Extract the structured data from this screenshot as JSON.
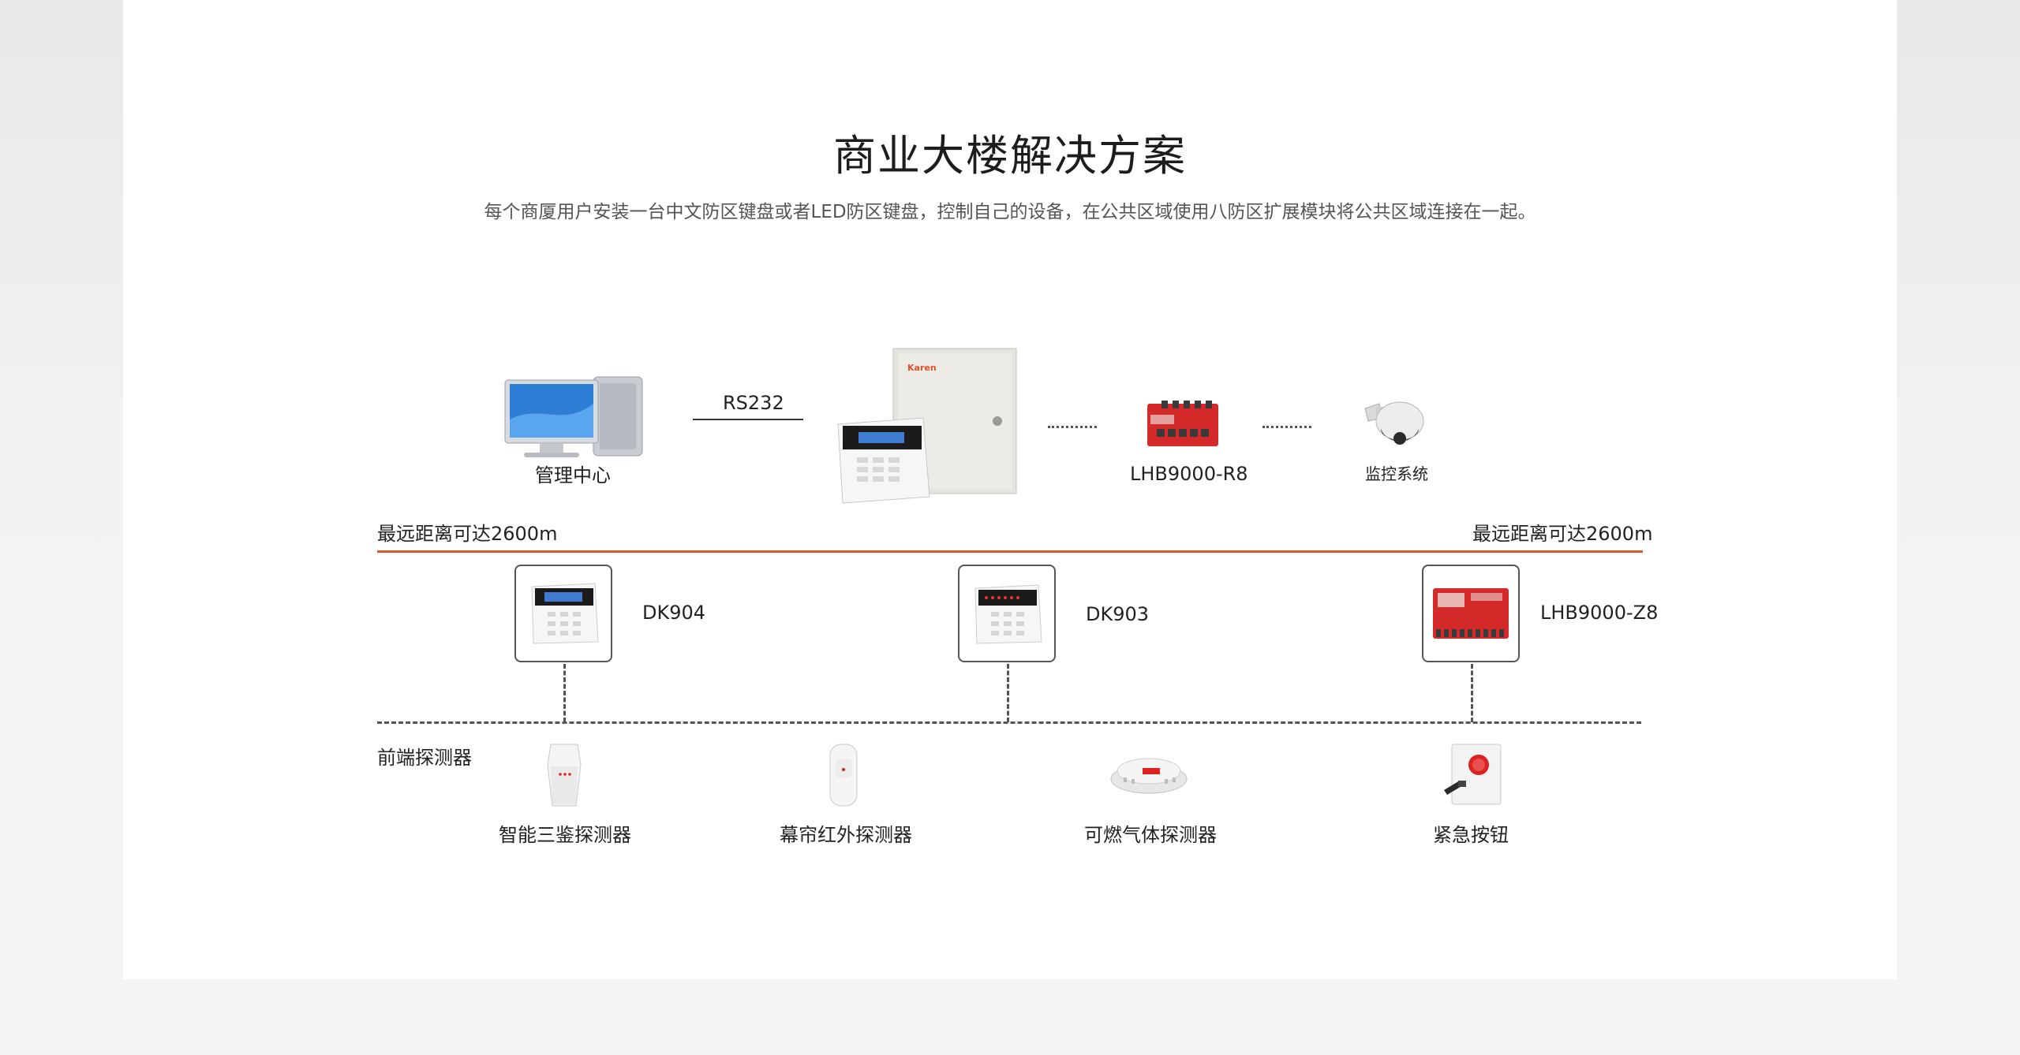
{
  "header": {
    "title": "商业大楼解决方案",
    "subtitle": "每个商厦用户安装一台中文防区键盘或者LED防区键盘，控制自己的设备，在公共区域使用八防区扩展模块将公共区域连接在一起。"
  },
  "top_row": {
    "computer_label": "管理中心",
    "link_label": "RS232",
    "panel_brand": "Karen",
    "relay_label": "LHB9000-R8",
    "camera_label": "监控系统"
  },
  "bus": {
    "left_label": "最远距离可达2600m",
    "right_label": "最远距离可达2600m"
  },
  "modules": [
    {
      "label": "DK904"
    },
    {
      "label": "DK903"
    },
    {
      "label": "LHB9000-Z8"
    }
  ],
  "detectors": {
    "section_label": "前端探测器",
    "items": [
      {
        "label": "智能三鉴探测器"
      },
      {
        "label": "幕帘红外探测器"
      },
      {
        "label": "可燃气体探测器"
      },
      {
        "label": "紧急按钮"
      }
    ]
  },
  "colors": {
    "bus_line": "#dd5a2a",
    "board_red": "#d42a2a",
    "screen_blue": "#2d7fd6"
  }
}
